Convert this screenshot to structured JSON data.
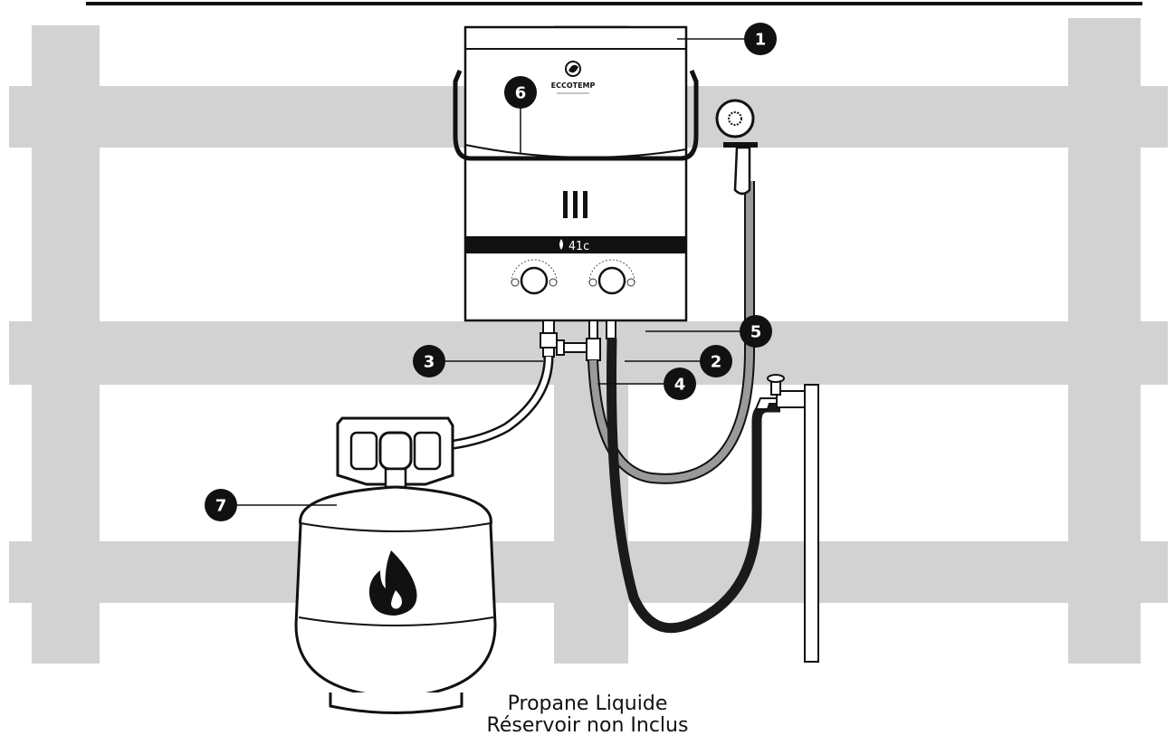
{
  "diagram": {
    "callouts": [
      {
        "id": "callout-1",
        "label": "1"
      },
      {
        "id": "callout-2",
        "label": "2"
      },
      {
        "id": "callout-3",
        "label": "3"
      },
      {
        "id": "callout-4",
        "label": "4"
      },
      {
        "id": "callout-5",
        "label": "5"
      },
      {
        "id": "callout-6",
        "label": "6"
      },
      {
        "id": "callout-7",
        "label": "7"
      }
    ],
    "heater": {
      "brand": "ECCOTEMP",
      "display_temp": "41c"
    },
    "caption": {
      "line1": "Propane Liquide",
      "line2": "Réservoir non Inclus"
    },
    "colors": {
      "fence": "#d2d2d2",
      "outline": "#111111",
      "hose_gray": "#9a9a9a",
      "hose_black": "#1a1a1a",
      "callout_fill": "#111111"
    }
  }
}
